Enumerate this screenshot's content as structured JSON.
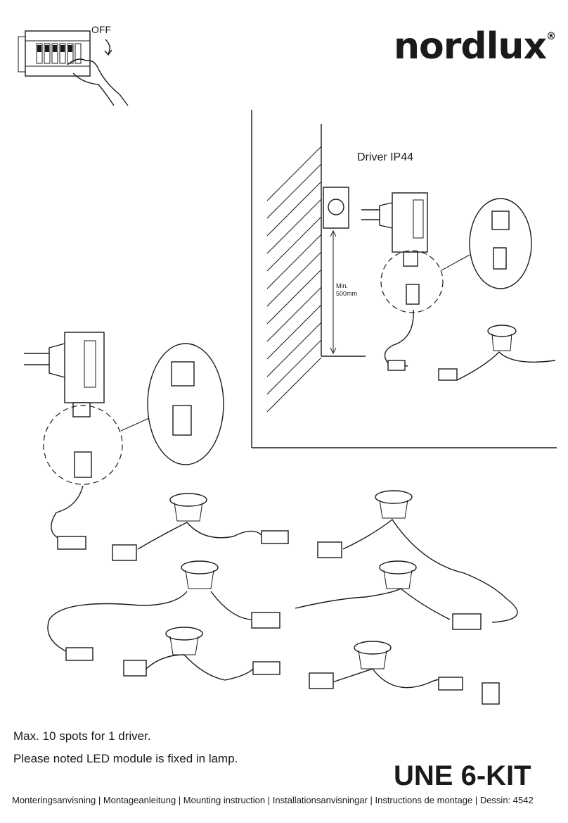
{
  "brand": {
    "name": "nordlux",
    "reg_mark": "®"
  },
  "labels": {
    "off": "OFF",
    "driver": "Driver IP44",
    "min_line1": "Min.",
    "min_line2": "500mm"
  },
  "notes": [
    "Max. 10 spots for 1 driver.",
    "Please noted LED module is fixed in lamp."
  ],
  "product": {
    "title": "UNE 6-KIT"
  },
  "footer": "Monteringsanvisning | Montageanleitung | Mounting instruction | Installationsanvisningar | Instructions de montage | Dessin: 4542"
}
